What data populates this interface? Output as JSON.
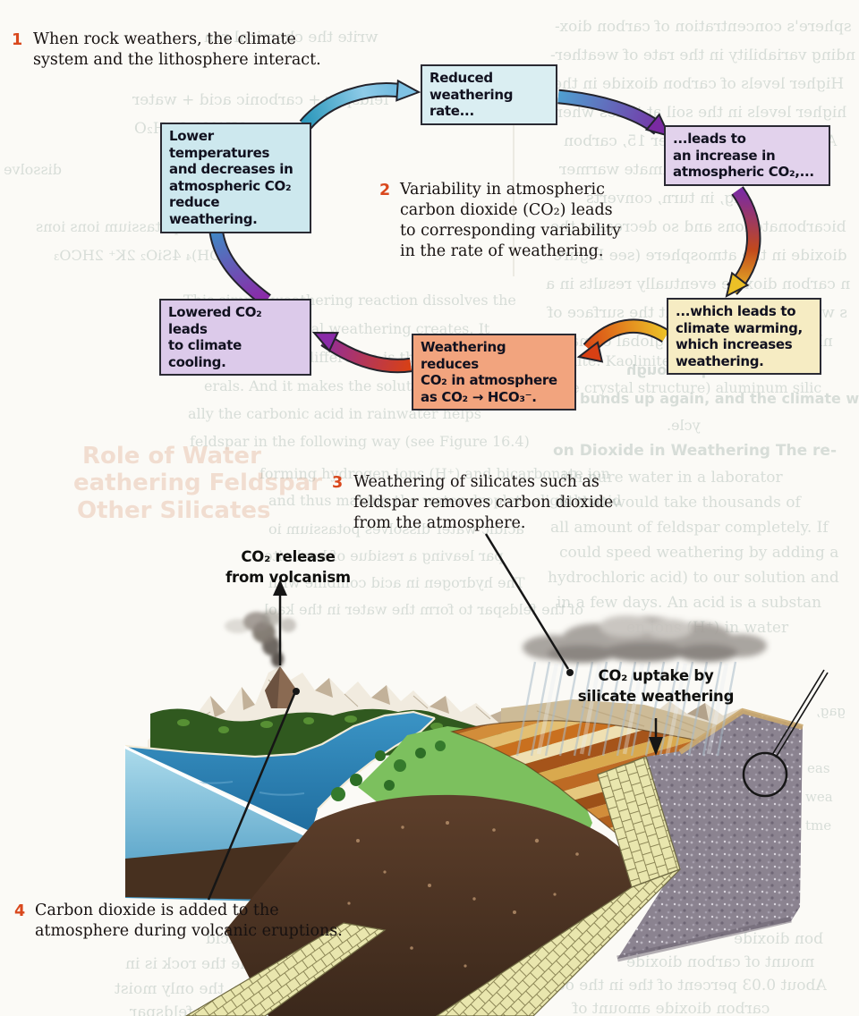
{
  "ann": [
    {
      "num": "1",
      "lines": [
        "When rock weathers, the climate",
        "system and the lithosphere interact."
      ]
    },
    {
      "num": "2",
      "lines": [
        "Variability in atmospheric",
        "carbon dioxide (CO₂) leads",
        "to corresponding variability",
        "in the rate of weathering."
      ]
    },
    {
      "num": "3",
      "lines": [
        "Weathering of silicates such as",
        "feldspar removes carbon dioxide",
        "from the atmosphere."
      ]
    },
    {
      "num": "4",
      "lines": [
        "Carbon dioxide is added to the",
        "atmosphere during volcanic eruptions."
      ]
    }
  ],
  "boxes": [
    {
      "id": "reduced-weathering-rate",
      "bg": "#daeef2",
      "lines": [
        "Reduced",
        "weathering rate..."
      ]
    },
    {
      "id": "increase-atmospheric-co2",
      "bg": "#e2d2ec",
      "lines": [
        "...leads  to",
        "an increase in",
        "atmospheric CO₂,..."
      ]
    },
    {
      "id": "climate-warming",
      "bg": "#f6ecc3",
      "lines": [
        "...which leads to",
        "climate warming,",
        "which increases",
        "weathering."
      ]
    },
    {
      "id": "weathering-reduces-co2",
      "bg": "#f2a47e",
      "lines": [
        "Weathering reduces",
        "CO₂ in atmosphere",
        "as  CO₂ → HCO₃⁻."
      ]
    },
    {
      "id": "climate-cooling",
      "bg": "#dccaea",
      "lines": [
        "Lowered CO₂ leads",
        "to climate cooling."
      ]
    },
    {
      "id": "lower-temperatures",
      "bg": "#cde8ee",
      "lines": [
        "Lower temperatures",
        "and decreases in",
        "atmospheric CO₂",
        "reduce weathering."
      ]
    }
  ],
  "labels": {
    "release": [
      "CO₂ release",
      "from volcanism"
    ],
    "uptake": [
      "CO₂ uptake by",
      "silicate weathering"
    ]
  },
  "colors": {
    "number_accent": "#d9481d",
    "arrow_blue": "#2e9ecb",
    "arrow_purple": "#7a2aa2",
    "arrow_yellow": "#ecc027",
    "arrow_red": "#d84014",
    "box_border": "#2a2a33"
  },
  "ghosts": [
    "sphere's concentration of carbon diox-",
    "nding variability in the rate of weather-",
    "Higher levels of carbon dioxide in the",
    "higher levels in the soil at times when",
    "As discussed in Chapter 15, carbon",
    "gas, released this climate warmer",
    "ing, in turn, converts",
    "bicarbonate ions and so decreases the",
    "dioxide in the atmosphere (see Figure",
    "n carbon dioxide eventually results in a",
    "s way, the weathering at the surface of",
    "nked to the causes of global climate",
    "is used up through",
    "bunds up again, and the climate w",
    "ycle.",
    "nite. Kaolinite is a hydrous (that",
    "he crystal structure) aluminum silic",
    "on Dioxide in Weathering  The re-",
    "ith pure water in a laborator",
    "es that would take thousands of",
    "all amount of feldspar completely. If",
    "could speed weathering by adding a",
    "hydrochloric acid) to our solution and",
    "in a few days. An acid is a substan",
    "en ions (H⁺) in water",
    "write the chemical rea",
    "feldspar  +  carbonic acid  +  water",
    "2KAlSi₃O₈        H₂O",
    "dissolve",
    "silica   potassium ions   ions",
    "(OH)₄   4SiO₂   2K⁺   2HCO₃",
    "This simple weathering reaction dissolves the",
    "effects of chemical weathering creates. It",
    "es away, but the difference is that dr",
    "erals. And it makes the solutions k",
    "ally the carbonic acid in rainwater helps",
    "feldspar in the following way (see Figure 16.4)",
    "Role of Water",
    "eathering Feldspar",
    "Other Silicates",
    "forming hydrogen ions (H⁺) and bicarbonate ion",
    "and thus making the water droplets slightly acid",
    "acidic water dissolves potassium io",
    "par leaving a residue of kaolinite",
    "The hydrogen in acid combine with",
    "of the feldspar to form the water in the kaol",
    "the amount of organic acid",
    "rock weathers only while the rock is in",
    "rainwater. During all the dry periods, the only moist",
    "that touches the bare rock is dust. The feldspar",
    "bon dioxide",
    "mount of carbon dioxide",
    "About 0.03 percent of the in the oce",
    "carbon dioxide amount of",
    "eas",
    "wea",
    "tme",
    "gag,"
  ]
}
